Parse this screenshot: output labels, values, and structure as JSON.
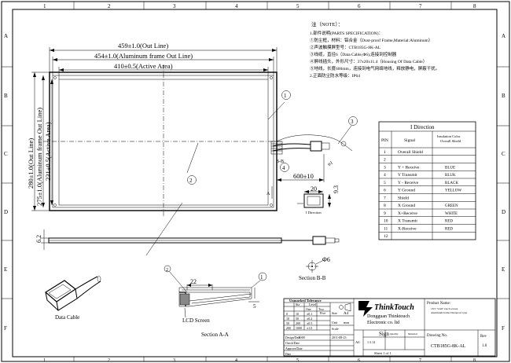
{
  "border": {
    "cols": [
      "1",
      "2",
      "3",
      "4",
      "5",
      "6",
      "7",
      "8"
    ],
    "rows": [
      "A",
      "B",
      "C",
      "D",
      "E",
      "F"
    ]
  },
  "notes": {
    "title": "注（NOTE）：",
    "lines": [
      "1.部件说明(PARTS SPECIFICATION)：",
      "①防尘框，材料：铝合金（Dust-proof Frame,Material:Aluminum）",
      "②声波触摸屏型号：CTB185G-8K-AL",
      "③线缆，直径6（Data Cable,Φ6),连接到控制器",
      "④屏线插头，外形尺寸：37x20x11.4（Housing Of Data Cable）",
      "⑤地线，长度600mm，连接到电气网络地线，释放静电，屏蔽干扰。",
      "2.正面防尘防水等级：IP64"
    ]
  },
  "dims": {
    "out_line_w": "459±1.0(Out Line)",
    "al_frame_w": "454±1.0(Aluminum frame Out Line)",
    "active_w": "410±0.5(Active Area)",
    "out_line_h": "280±1.0(Out Line)",
    "al_frame_h": "275±1.0(Aluminum frame Out Line)",
    "active_h": "231±0.5(Active Area)",
    "cable_len": "600±10",
    "plug_w": "20",
    "plug_h": "9.3",
    "thickness": "6.2",
    "lcd_gap": "22",
    "cable_dia": "Φ6",
    "c5": "5"
  },
  "labels": {
    "bb": "B-B",
    "section_bb": "Section B-B",
    "a_mark": "A",
    "data_cable": "Data Cable",
    "lcd_screen": "LCD Screen",
    "section_aa": "Section A-A",
    "i_direction_small": "I Direction"
  },
  "i_table": {
    "title": "I Direction",
    "headers": [
      "PIN",
      "Signal",
      "Insulation Color Overall Shield"
    ],
    "rows": [
      [
        "1",
        "Overall Shield",
        ""
      ],
      [
        "2",
        "",
        ""
      ],
      [
        "3",
        "Y + Receive",
        "BLUE"
      ],
      [
        "4",
        "Y Transmit",
        "BLUK"
      ],
      [
        "5",
        "Y - Receive",
        "BLACK"
      ],
      [
        "6",
        "Y Ground",
        "YELLOW"
      ],
      [
        "7",
        "Shield",
        ""
      ],
      [
        "8",
        "X Ground",
        "GREEN"
      ],
      [
        "9",
        "X+Receive",
        "WHITE"
      ],
      [
        "10",
        "X Transmit",
        "RED"
      ],
      [
        "11",
        "X-Receive",
        "RED"
      ],
      [
        "12",
        "",
        ""
      ]
    ]
  },
  "title_block": {
    "tol_header": "Unmarked Tolerance",
    "tol_cols": [
      "Siz",
      "Level"
    ],
    "tol_sub": [
      "One",
      "Two",
      "Five"
    ],
    "tol_rows": [
      [
        "0",
        "10",
        "±0.1"
      ],
      [
        "10",
        "50",
        "±0.2"
      ],
      [
        "50",
        "200",
        "±0.5"
      ],
      [
        "200",
        "1000",
        "±1.0"
      ]
    ],
    "sign": "Sign",
    "date_label": "Date",
    "design_label": "Design/Date",
    "check_label": "Check/Date",
    "approve_label": "Approve/Date",
    "designer": "RSH",
    "date": "2011-08-23",
    "size_label": "Size",
    "size": "A4",
    "unit_label": "Unit",
    "unit": "mm",
    "scale_label": "Scale",
    "quality_label": "Quality",
    "material_label": "Material",
    "ratio": "1:3.14",
    "sheet": "Sheet 1 of 1",
    "rev_mark": "A0",
    "company_logo_text": "ThinkTouch",
    "company_line1": "Dongguan Thinktouch",
    "company_line2": "Electronic co. ltd",
    "product_name_label": "Product Name:",
    "product_name_1": "18.5\" SAW touch screen",
    "product_name_2": "Aluminum frame Dustproof type",
    "drawing_no_label": "Drawing No.",
    "drawing_no": "CTB185G-8K-AL",
    "rev_label": "Rev",
    "rev": "1.0"
  }
}
